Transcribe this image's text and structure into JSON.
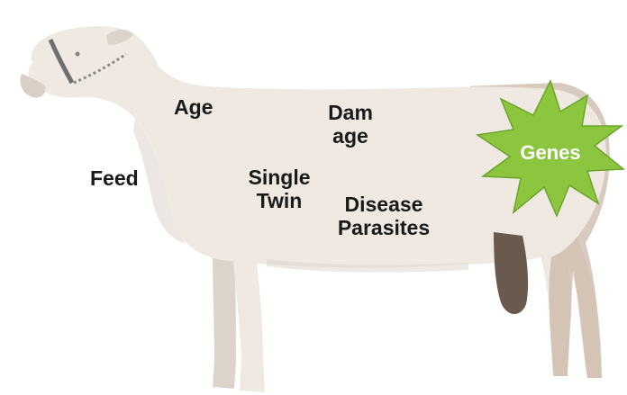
{
  "labels": {
    "age": "Age",
    "dam_age_line1": "Dam",
    "dam_age_line2": "age",
    "feed": "Feed",
    "single": "Single",
    "twin": "Twin",
    "disease": "Disease",
    "parasites": "Parasites",
    "genes": "Genes"
  },
  "colors": {
    "background": "#ffffff",
    "sheep_body": "#efe9e1",
    "sheep_shadow": "#dcd4ca",
    "rear_overlay": "#c8b4a2",
    "genes_star": "#8cc63f",
    "genes_star_stroke": "#6aa52a",
    "label_text": "#1a1a1a",
    "genes_text": "#ffffff"
  }
}
